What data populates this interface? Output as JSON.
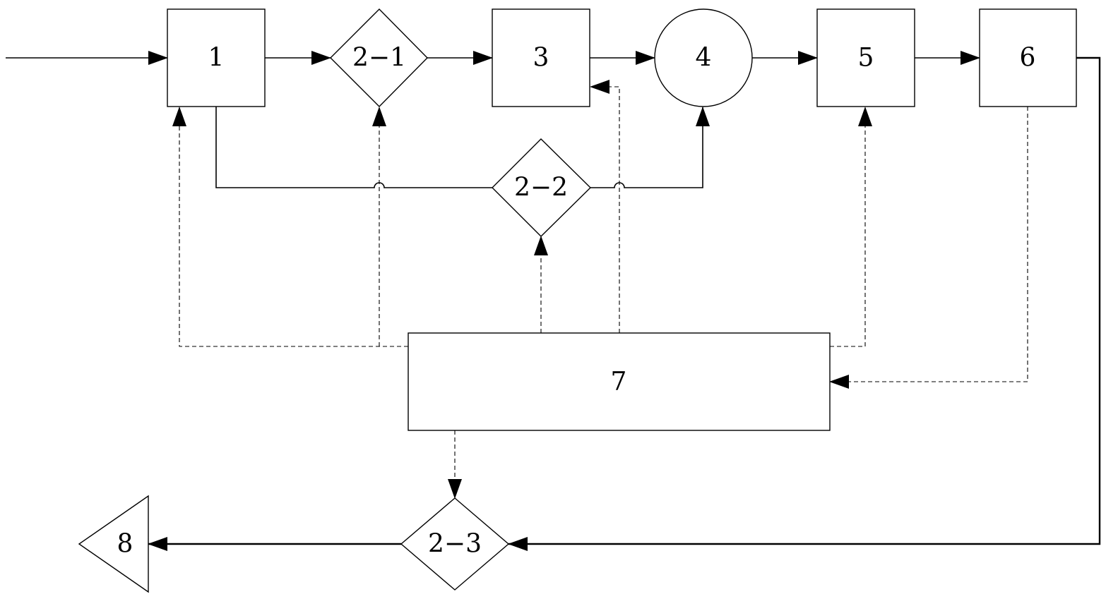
{
  "nodes": {
    "n1": "1",
    "n2_1": "2−1",
    "n3": "3",
    "n4": "4",
    "n5": "5",
    "n6": "6",
    "n2_2": "2−2",
    "n7": "7",
    "n2_3": "2−3",
    "n8": "8"
  },
  "colors": {
    "line": "#000000",
    "background": "#ffffff"
  }
}
